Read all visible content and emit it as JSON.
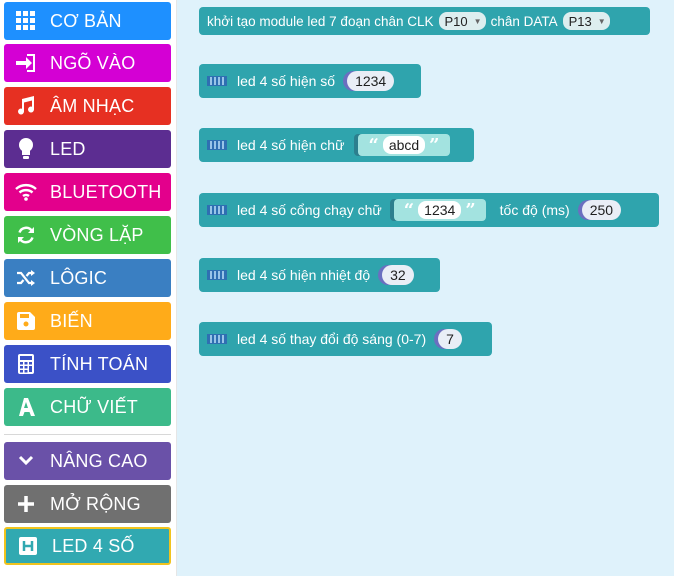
{
  "sidebar": {
    "categories": [
      {
        "label": "CƠ BẢN",
        "icon": "grid-icon",
        "color": "#1e90ff"
      },
      {
        "label": "NGÕ VÀO",
        "icon": "sign-in-icon",
        "color": "#d400d4"
      },
      {
        "label": "ÂM NHẠC",
        "icon": "music-icon",
        "color": "#e63022"
      },
      {
        "label": "LED",
        "icon": "lightbulb-icon",
        "color": "#5c2d91"
      },
      {
        "label": "BLUETOOTH",
        "icon": "wifi-icon",
        "color": "#e3008c"
      },
      {
        "label": "VÒNG LẶP",
        "icon": "refresh-icon",
        "color": "#40bf4a"
      },
      {
        "label": "LÔGIC",
        "icon": "shuffle-icon",
        "color": "#3a7fc2"
      },
      {
        "label": "BIẾN",
        "icon": "floppy-icon",
        "color": "#ffab19"
      },
      {
        "label": "TÍNH TOÁN",
        "icon": "calculator-icon",
        "color": "#3b51c7"
      },
      {
        "label": "CHỮ VIẾT",
        "icon": "text-a-icon",
        "color": "#3cba8a"
      },
      {
        "label": "NÂNG CAO",
        "icon": "chevron-down-icon",
        "color": "#6a51a8"
      },
      {
        "label": "MỞ RỘNG",
        "icon": "plus-icon",
        "color": "#707070"
      },
      {
        "label": "LED 4 SỐ",
        "icon": "h-box-icon",
        "color": "#31a9b1"
      }
    ]
  },
  "blocks": {
    "init": {
      "text": "khởi tạo module led 7 đoạn chân CLK",
      "clk_value": "P10",
      "data_label": "chân DATA",
      "data_value": "P13"
    },
    "show_number": {
      "text": "led 4 số hiện số",
      "value": "1234"
    },
    "show_text": {
      "text": "led 4 số hiện chữ",
      "value": "abcd"
    },
    "scroll_text": {
      "text": "led 4 số cổng chạy chữ",
      "value": "1234",
      "speed_label": "tốc độ (ms)",
      "speed_value": "250"
    },
    "show_temp": {
      "text": "led 4 số hiện nhiệt độ",
      "value": "32"
    },
    "brightness": {
      "text": "led 4 số thay đổi độ sáng (0-7)",
      "value": "7"
    }
  },
  "colors": {
    "block": "#2fa4ad",
    "workspace": "#dff2fb"
  },
  "quote_open": "“",
  "quote_close": "”"
}
